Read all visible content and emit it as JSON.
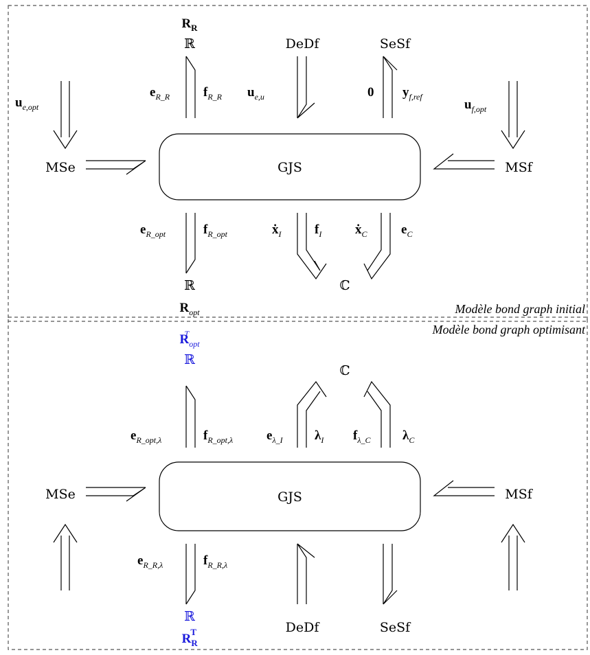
{
  "top": {
    "caption": "Modèle bond graph initial",
    "center": "GJS",
    "nodes": {
      "r_r_top": "ℝ",
      "r_r_name": "R",
      "r_r_name_sub": "R",
      "dedf": "DeDf",
      "sesf": "SeSf",
      "mse": "MSe",
      "msf": "MSf",
      "r_opt_bot": "ℝ",
      "r_opt_name": "R",
      "r_opt_name_sub": "opt",
      "ic": "ℂ"
    },
    "labels": {
      "u_e_opt": "u",
      "u_e_opt_sub": "e,opt",
      "e_rr": "e",
      "e_rr_sub": "R_R",
      "f_rr": "f",
      "f_rr_sub": "R_R",
      "u_eu": "u",
      "u_eu_sub": "e,u",
      "zero": "0",
      "y_fref": "y",
      "y_fref_sub": "f,ref",
      "u_f_opt": "u",
      "u_f_opt_sub": "f,opt",
      "e_ropt": "e",
      "e_ropt_sub": "R_opt",
      "f_ropt": "f",
      "f_ropt_sub": "R_opt",
      "xdot_i": "ẋ",
      "xdot_i_sub": "I",
      "f_i": "f",
      "f_i_sub": "I",
      "xdot_c": "ẋ",
      "xdot_c_sub": "C",
      "e_c": "e",
      "e_c_sub": "C"
    }
  },
  "bottom": {
    "caption": "Modèle bond graph optimisant",
    "center": "GJS",
    "nodes": {
      "r_top": "ℝ",
      "r_top_name": "R",
      "r_top_name_sub": "opt",
      "r_top_name_sup": "T",
      "ic": "ℂ",
      "mse": "MSe",
      "msf": "MSf",
      "r_bot": "ℝ",
      "r_bot_name": "R",
      "r_bot_name_sub": "R",
      "r_bot_name_sup": "T",
      "dedf": "DeDf",
      "sesf": "SeSf"
    },
    "labels": {
      "e_ropt_l": "e",
      "e_ropt_l_sub": "R_opt,λ",
      "f_ropt_l": "f",
      "f_ropt_l_sub": "R_opt,λ",
      "e_li": "e",
      "e_li_sub": "λ_I",
      "l_i": "λ",
      "l_i_sub": "I",
      "f_lc": "f",
      "f_lc_sub": "λ_C",
      "l_c": "λ",
      "l_c_sub": "C",
      "e_rr_l": "e",
      "e_rr_l_sub": "R_R,λ",
      "f_rr_l": "f",
      "f_rr_l_sub": "R_R,λ"
    }
  },
  "colors": {
    "highlight": "#1a1adc",
    "frame": "#555555"
  }
}
